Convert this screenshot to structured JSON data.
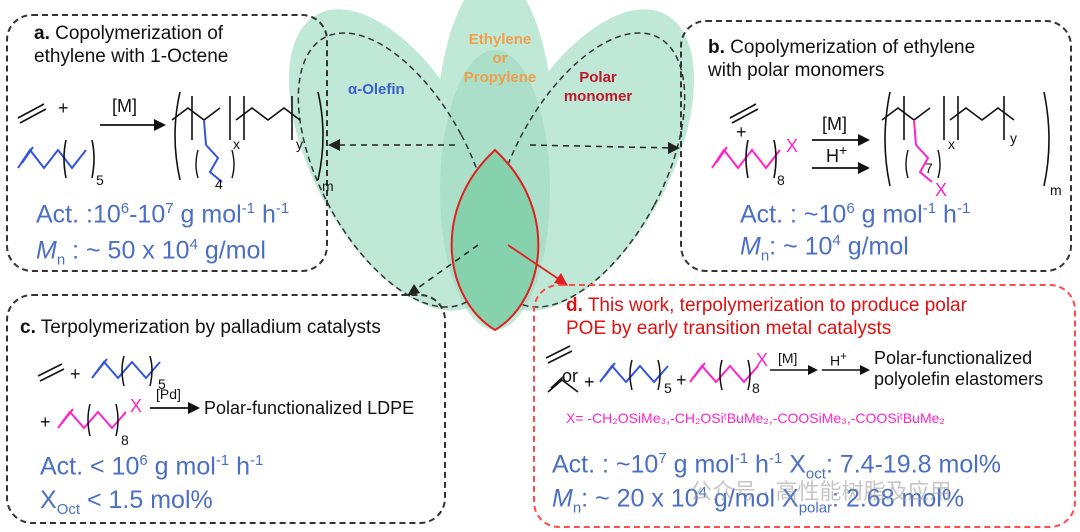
{
  "venn": {
    "alpha_olefin": "α-Olefin",
    "ethylene": "Ethylene",
    "or": "or",
    "propylene": "Propylene",
    "polar": "Polar",
    "monomer": "monomer",
    "colors": {
      "alpha": "#3d5fc8",
      "ethylene": "#f0a04a",
      "polar": "#c0182b",
      "lobe": "#bfe8d6"
    }
  },
  "panel_a": {
    "label": "a.",
    "title_line1": "Copolymerization of",
    "title_line2": "ethylene with 1-Octene",
    "plus": "+",
    "catalyst": "[M]",
    "sub_5": "5",
    "sub_x": "x",
    "sub_y": "y",
    "sub_m": "m",
    "sub_4": "4",
    "act_prefix": "Act. :10",
    "act_exp1": "6",
    "act_mid": "-10",
    "act_exp2": "7",
    "act_unit1": " g mol",
    "act_exp3": "-1",
    "act_unit2": " h",
    "act_exp4": "-1",
    "mn_m": "M",
    "mn_sub": "n",
    "mn_value": " : ~ 50 x 10",
    "mn_exp": "4",
    "mn_unit": " g/mol"
  },
  "panel_b": {
    "label": "b.",
    "title_line1": "Copolymerization of ethylene",
    "title_line2": "with polar monomers",
    "plus": "+",
    "x_group": "X",
    "sub_8": "8",
    "catalyst": "[M]",
    "acid": "H",
    "acid_sup": "+",
    "sub_x": "x",
    "sub_y": "y",
    "sub_m": "m",
    "sub_7": "7",
    "act_prefix": "Act. : ~10",
    "act_exp1": "6",
    "act_unit1": " g mol",
    "act_exp2": "-1",
    "act_unit2": " h",
    "act_exp3": "-1",
    "mn_m": "M",
    "mn_sub": "n",
    "mn_value": ":  ~ 10",
    "mn_exp": "4",
    "mn_unit": " g/mol"
  },
  "panel_c": {
    "label": "c.",
    "title": "Terpolymerization by palladium catalysts",
    "plus": "+",
    "sub_5": "5",
    "sub_8": "8",
    "x_group": "X",
    "catalyst": "[Pd]",
    "product": "Polar-functionalized LDPE",
    "act_prefix": "Act. < 10",
    "act_exp1": "6",
    "act_unit1": " g mol",
    "act_exp2": "-1",
    "act_unit2": " h",
    "act_exp3": "-1",
    "xoct_x": "X",
    "xoct_sub": "Oct",
    "xoct_value": " < 1.5 mol%"
  },
  "panel_d": {
    "label": "d.",
    "title_line1": "This work, terpolymerization to produce polar",
    "title_line2": "POE by early transition metal catalysts",
    "or": "or",
    "plus": "+",
    "sub_5": "5",
    "sub_8": "8",
    "x_group": "X",
    "catalyst": "[M]",
    "acid": "H",
    "acid_sup": "+",
    "product_line1": "Polar-functionalized",
    "product_line2": "polyolefin elastomers",
    "x_def": "X= -CH₂OSiMe₃,-CH₂OSiᵗBuMe₂,-COOSiMe₃,-COOSiᵗBuMe₂",
    "act_prefix": "Act. : ~10",
    "act_exp1": "7",
    "act_unit1": " g mol",
    "act_exp2": "-1",
    "act_unit2": " h",
    "act_exp3": "-1",
    "xoct_x": " X",
    "xoct_sub": "oct",
    "xoct_value": ": 7.4-19.8 mol%",
    "mn_m": "M",
    "mn_sub": "n",
    "mn_value": ":  ~ 20 x 10",
    "mn_exp": "4",
    "mn_unit": " g/mol ",
    "xpolar_x": "X",
    "xpolar_sub": "polar",
    "xpolar_value": ": 2.68 mol%"
  },
  "watermark": "公众号 · 高性能树脂及应用"
}
